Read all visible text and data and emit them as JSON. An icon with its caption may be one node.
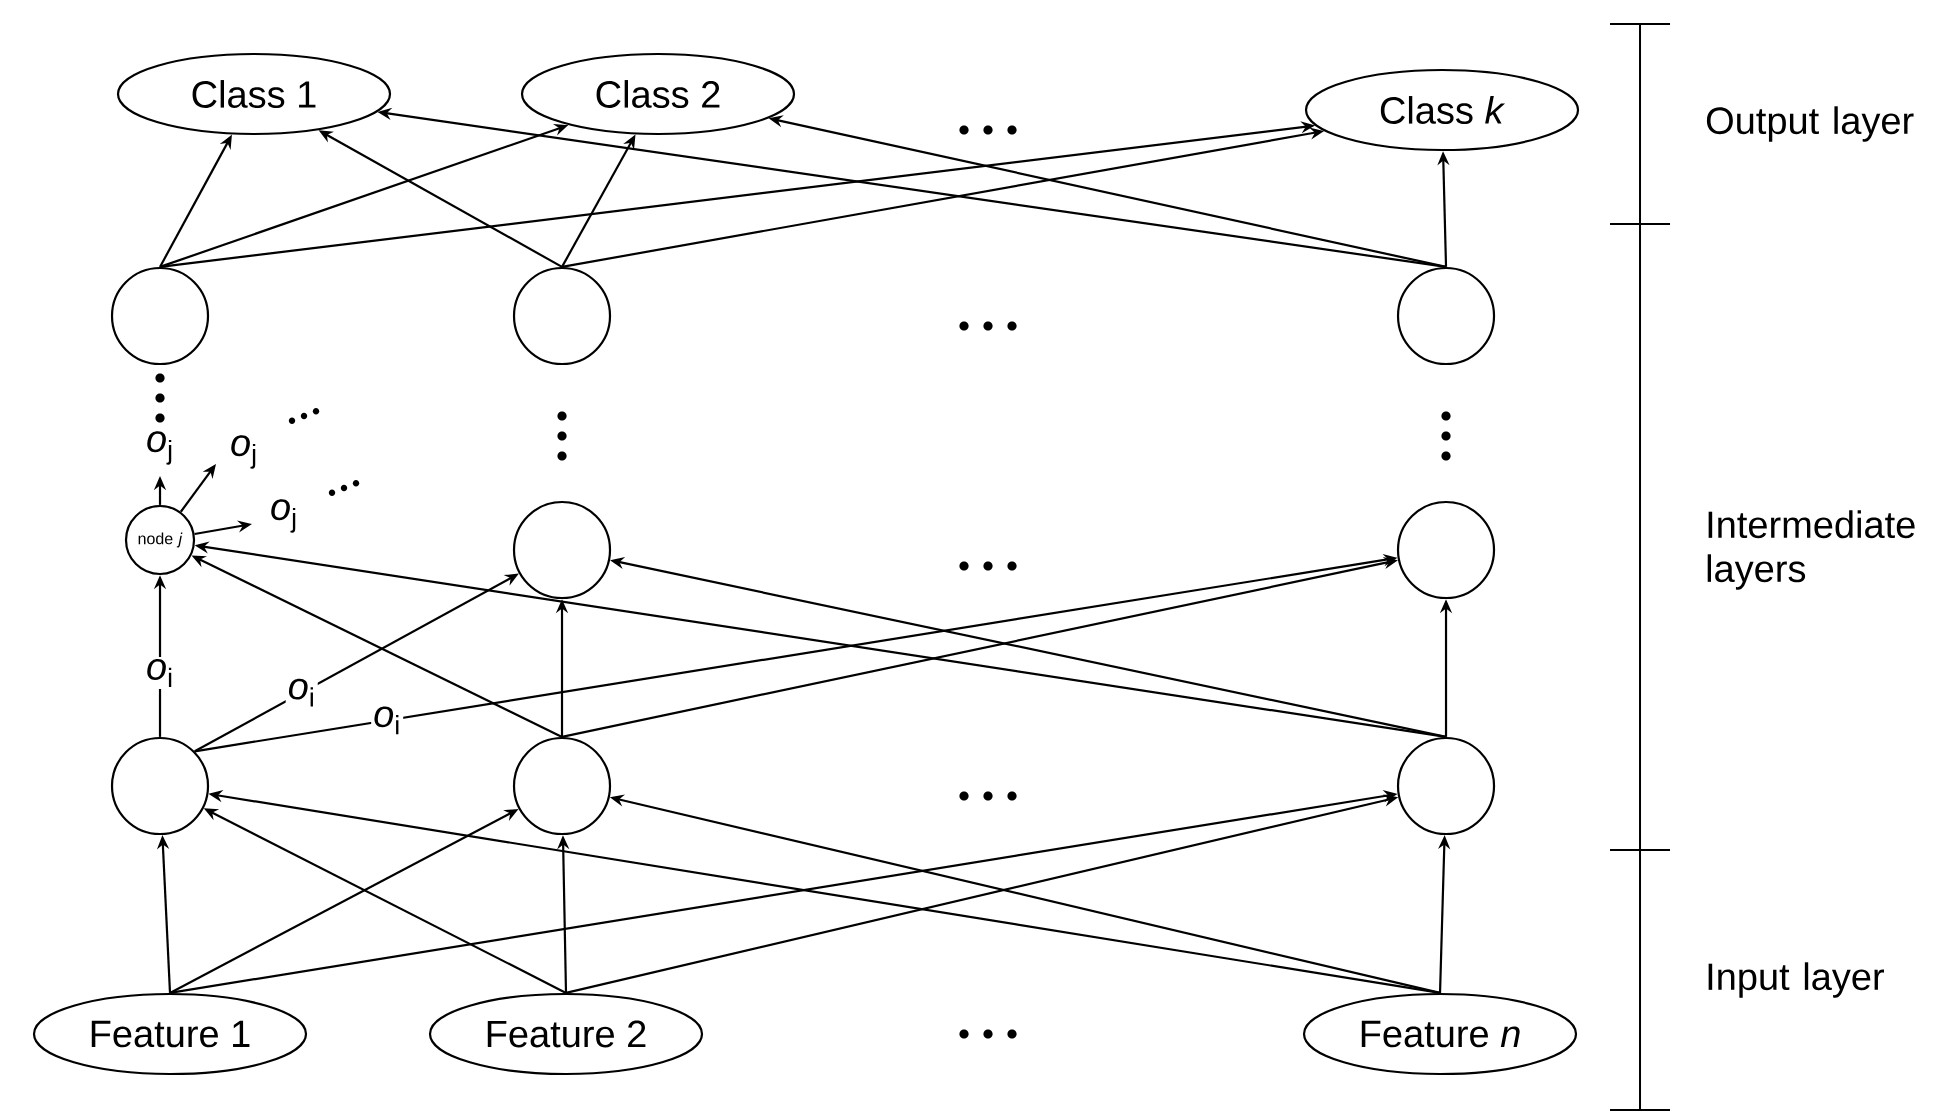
{
  "diagram": {
    "nodes": [
      {
        "text": [
          "Class 1"
        ]
      },
      {
        "text": [
          "Class 2"
        ]
      },
      {
        "text": [
          "Class *k*"
        ]
      },
      {
        "text": [],
        "shape": "circle"
      },
      {
        "text": [],
        "shape": "circle"
      },
      {
        "text": [],
        "shape": "circle"
      },
      {
        "text": [
          "node *j*"
        ]
      },
      {
        "text": [],
        "shape": "circle"
      },
      {
        "text": [],
        "shape": "circle"
      },
      {
        "text": [],
        "shape": "circle"
      },
      {
        "text": [],
        "shape": "circle"
      },
      {
        "text": [],
        "shape": "circle"
      },
      {
        "text": [
          "Feature 1"
        ]
      },
      {
        "text": [
          "Feature 2"
        ]
      },
      {
        "text": [
          "Feature *n*"
        ]
      }
    ],
    "edges": [
      {
        "from": 3,
        "to": 0,
        "arrow": "to"
      },
      {
        "from": 3,
        "to": 1,
        "arrow": "to"
      },
      {
        "from": 3,
        "to": 2,
        "arrow": "to"
      },
      {
        "from": 4,
        "to": 0,
        "arrow": "to"
      },
      {
        "from": 4,
        "to": 1,
        "arrow": "to"
      },
      {
        "from": 4,
        "to": 2,
        "arrow": "to"
      },
      {
        "from": 5,
        "to": 0,
        "arrow": "to"
      },
      {
        "from": 5,
        "to": 1,
        "arrow": "to"
      },
      {
        "from": 5,
        "to": 2,
        "arrow": "to"
      },
      {
        "from": 6,
        "to": null,
        "arrow": "to",
        "label": "*o*$_{j}$"
      },
      {
        "from": 6,
        "to": null,
        "arrow": "to",
        "label": "*o*$_{j}$"
      },
      {
        "from": 6,
        "to": null,
        "arrow": "to",
        "label": "*o*$_{j}$"
      },
      {
        "from": 9,
        "to": 6,
        "arrow": "to",
        "label": "*o*$_{i}$"
      },
      {
        "from": 9,
        "to": 7,
        "arrow": "to",
        "label": "*o*$_{i}$"
      },
      {
        "from": 9,
        "to": 8,
        "arrow": "to",
        "label": "*o*$_{i}$"
      },
      {
        "from": 10,
        "to": 6,
        "arrow": "to"
      },
      {
        "from": 10,
        "to": 7,
        "arrow": "to"
      },
      {
        "from": 10,
        "to": 8,
        "arrow": "to"
      },
      {
        "from": 11,
        "to": 6,
        "arrow": "to"
      },
      {
        "from": 11,
        "to": 7,
        "arrow": "to"
      },
      {
        "from": 11,
        "to": 8,
        "arrow": "to"
      },
      {
        "from": 12,
        "to": 9,
        "arrow": "to"
      },
      {
        "from": 12,
        "to": 10,
        "arrow": "to"
      },
      {
        "from": 12,
        "to": 11,
        "arrow": "to"
      },
      {
        "from": 13,
        "to": 9,
        "arrow": "to"
      },
      {
        "from": 13,
        "to": 10,
        "arrow": "to"
      },
      {
        "from": 13,
        "to": 11,
        "arrow": "to"
      },
      {
        "from": 14,
        "to": 9,
        "arrow": "to"
      },
      {
        "from": 14,
        "to": 10,
        "arrow": "to"
      },
      {
        "from": 14,
        "to": 11,
        "arrow": "to"
      }
    ],
    "labels": [
      "Output layer",
      "Intermediate layers",
      "Input layer"
    ]
  }
}
